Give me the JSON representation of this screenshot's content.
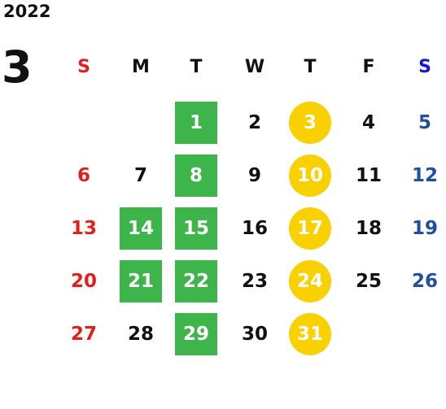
{
  "calendar": {
    "year": "2022",
    "month": "3",
    "weekdays": [
      "S",
      "M",
      "T",
      "W",
      "T",
      "F",
      "S"
    ],
    "colors": {
      "sunday": "#e0201b",
      "saturday": "#1f4fa0",
      "saturday_header": "#1414e0",
      "default": "#111111",
      "green_highlight": "#3db54a",
      "yellow_highlight": "#f9d000"
    },
    "weeks": [
      [
        null,
        null,
        {
          "day": "1",
          "mark": "green"
        },
        {
          "day": "2"
        },
        {
          "day": "3",
          "mark": "yellow"
        },
        {
          "day": "4"
        },
        {
          "day": "5"
        }
      ],
      [
        {
          "day": "6"
        },
        {
          "day": "7"
        },
        {
          "day": "8",
          "mark": "green"
        },
        {
          "day": "9"
        },
        {
          "day": "10",
          "mark": "yellow"
        },
        {
          "day": "11"
        },
        {
          "day": "12"
        }
      ],
      [
        {
          "day": "13"
        },
        {
          "day": "14",
          "mark": "green"
        },
        {
          "day": "15",
          "mark": "green"
        },
        {
          "day": "16"
        },
        {
          "day": "17",
          "mark": "yellow"
        },
        {
          "day": "18"
        },
        {
          "day": "19"
        }
      ],
      [
        {
          "day": "20"
        },
        {
          "day": "21",
          "mark": "green"
        },
        {
          "day": "22",
          "mark": "green"
        },
        {
          "day": "23"
        },
        {
          "day": "24",
          "mark": "yellow"
        },
        {
          "day": "25"
        },
        {
          "day": "26"
        }
      ],
      [
        {
          "day": "27"
        },
        {
          "day": "28"
        },
        {
          "day": "29",
          "mark": "green"
        },
        {
          "day": "30"
        },
        {
          "day": "31",
          "mark": "yellow"
        },
        null,
        null
      ]
    ]
  }
}
